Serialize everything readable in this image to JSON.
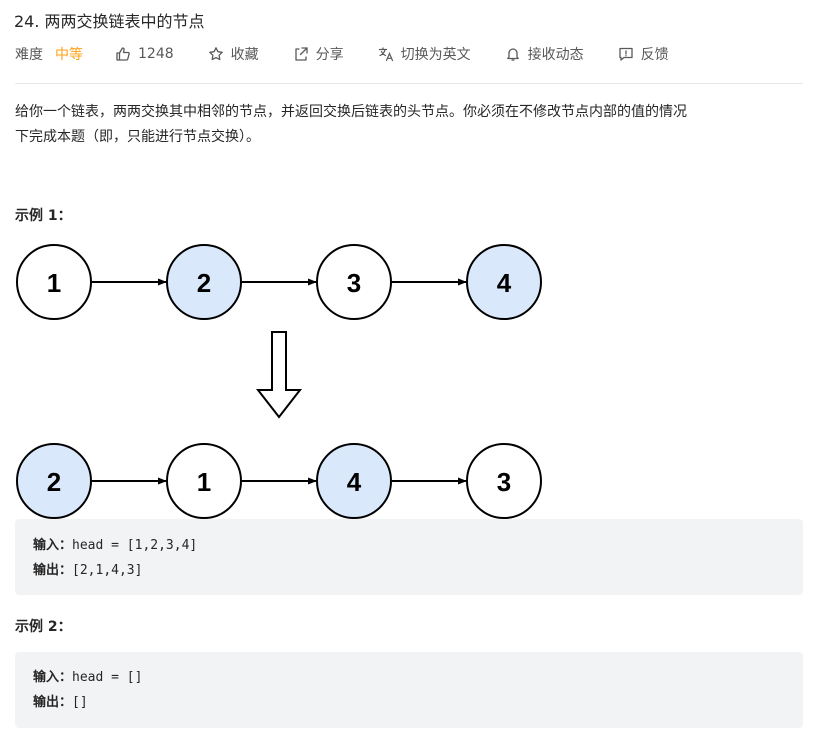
{
  "problem": {
    "title": "24. 两两交换链表中的节点",
    "difficulty_label": "难度",
    "difficulty_value": "中等",
    "likes": "1248",
    "actions": {
      "favorite": "收藏",
      "share": "分享",
      "translate": "切换为英文",
      "subscribe": "接收动态",
      "feedback": "反馈"
    },
    "description_lines": [
      "给你一个链表，两两交换其中相邻的节点，并返回交换后链表的头节点。你必须在不修改节点内部的值的情况",
      "下完成本题（即，只能进行节点交换）。"
    ]
  },
  "example1": {
    "title": "示例 1：",
    "before_nodes": [
      "1",
      "2",
      "3",
      "4"
    ],
    "after_nodes": [
      "2",
      "1",
      "4",
      "3"
    ],
    "input_label": "输入：",
    "input_value": "head = [1,2,3,4]",
    "output_label": "输出：",
    "output_value": "[2,1,4,3]"
  },
  "example2": {
    "title": "示例 2：",
    "input_label": "输入：",
    "input_value": "head = []",
    "output_label": "输出：",
    "output_value": "[]"
  },
  "colors": {
    "accent": "#ffa116",
    "highlight_node": "#dae8fc",
    "plain_node": "#ffffff",
    "code_bg": "#f2f3f5"
  }
}
